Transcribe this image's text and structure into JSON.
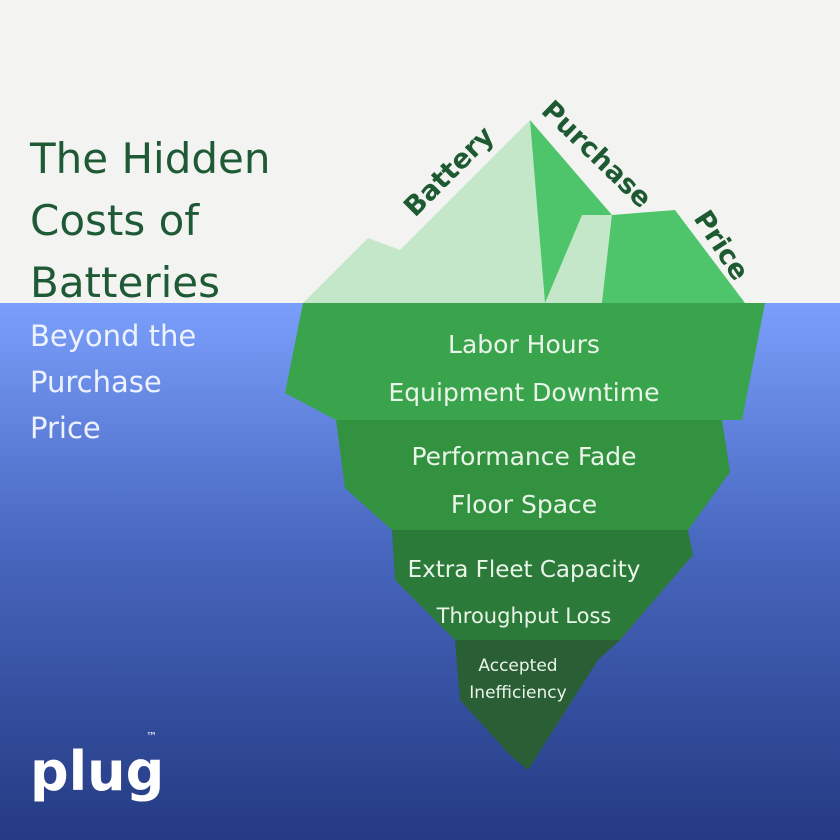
{
  "title": {
    "lines": [
      "The Hidden",
      "Costs of",
      "Batteries"
    ]
  },
  "subtitle": {
    "lines": [
      "Beyond the",
      "Purchase",
      "Price"
    ]
  },
  "tip": {
    "words": [
      "Battery",
      "Purchase",
      "Price"
    ]
  },
  "tiers": [
    {
      "lines": [
        "Labor Hours",
        "Equipment Downtime"
      ]
    },
    {
      "lines": [
        "Performance Fade",
        "Floor Space"
      ]
    },
    {
      "lines": [
        "Extra Fleet Capacity",
        "Throughput Loss"
      ]
    },
    {
      "lines": [
        "Accepted",
        "Inefficiency"
      ]
    }
  ],
  "logo": {
    "text": "plug",
    "trademark": "™"
  },
  "colors": {
    "sky": "#f3f4f1",
    "water_top": "#7a9ffb",
    "water_bottom": "#243a82",
    "title": "#1f5a36",
    "tier1": "#3aa44c",
    "tier2": "#33923f",
    "tier3": "#2c7a39",
    "tier4": "#2a5e34",
    "tip_light": "#c4e7c9",
    "tip_mid": "#4ec56b"
  }
}
